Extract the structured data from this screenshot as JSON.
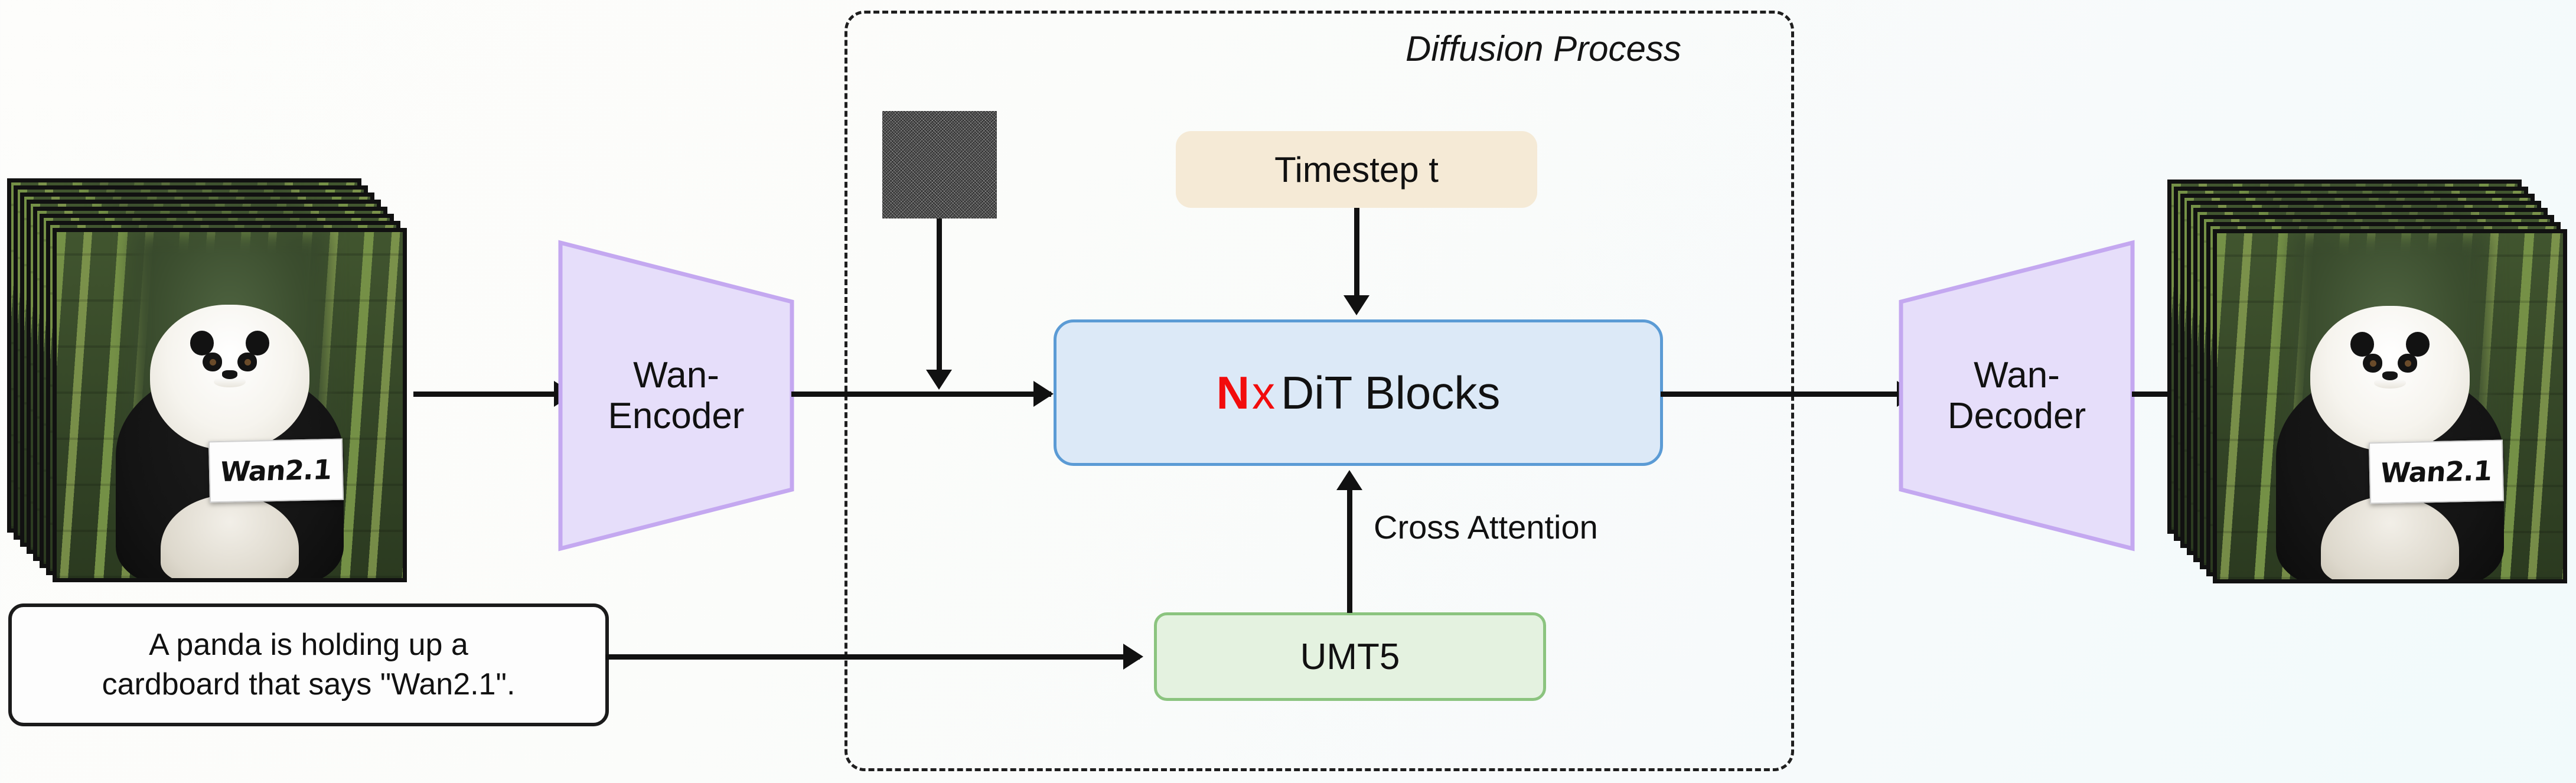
{
  "diagram": {
    "title": "Wan2.1 video diffusion pipeline",
    "group_label": "Diffusion Process",
    "colors": {
      "encoder_fill": "#e6defa",
      "encoder_border": "#c4a8f0",
      "dit_fill": "#dce9f7",
      "dit_border": "#5b9bd5",
      "timestep_fill": "#f5ead6",
      "umt5_fill": "#e4f2e0",
      "umt5_border": "#8bc47f",
      "accent_red": "#f20c0c",
      "line": "#111111"
    }
  },
  "input": {
    "stack_name": "input video frames",
    "frame_count": 8,
    "sign_text": "Wan2.1"
  },
  "output": {
    "stack_name": "output video frames",
    "frame_count": 8,
    "sign_text": "Wan2.1"
  },
  "prompt": {
    "line1": "A panda is holding up a",
    "line2": "cardboard that says \"Wan2.1\"."
  },
  "nodes": {
    "encoder_line1": "Wan-",
    "encoder_line2": "Encoder",
    "decoder_line1": "Wan-",
    "decoder_line2": "Decoder",
    "timestep": "Timestep t",
    "umt5": "UMT5",
    "noise": "gaussian-noise-patch"
  },
  "dit": {
    "n": "N",
    "x": "x",
    "label": "DiT Blocks"
  },
  "edges": {
    "cross_attention": "Cross Attention"
  }
}
